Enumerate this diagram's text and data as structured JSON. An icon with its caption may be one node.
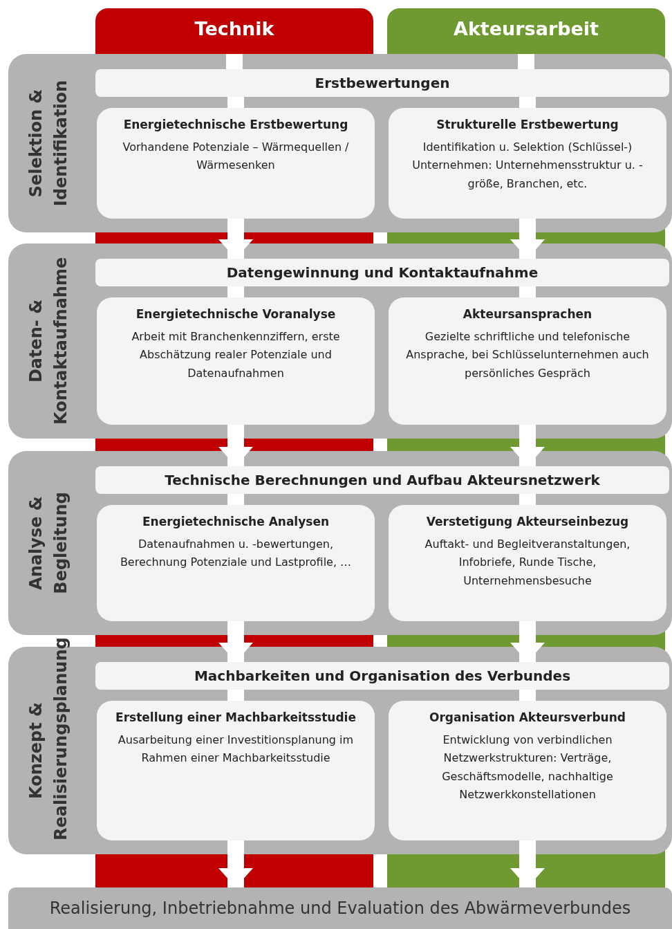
{
  "diagram": {
    "nodes": [
      {
        "text": [
          "Technik"
        ]
      },
      {
        "text": [
          "Akteursarbeit"
        ]
      },
      {
        "text": [
          "Selektion & Identifikation"
        ]
      },
      {
        "text": [
          "Erstbewertungen"
        ],
        "in": 2
      },
      {
        "text": [
          "Energietechnische Erstbewertung",
          "Vorhandene Potenziale – Wärmequellen / Wärmesenken"
        ],
        "in": 2
      },
      {
        "text": [
          "Strukturelle Erstbewertung",
          "Identifikation u. Selektion (Schlüssel-) Unternehmen: Unternehmensstruktur u. -größe, Branchen, etc."
        ],
        "in": 2
      },
      {
        "text": [
          "Daten- & Kontaktaufnahme"
        ]
      },
      {
        "text": [
          "Datengewinnung und Kontaktaufnahme"
        ],
        "in": 6
      },
      {
        "text": [
          "Energietechnische Voranalyse",
          "Arbeit mit Branchenkennziffern, erste Abschätzung realer Potenziale und Datenaufnahmen"
        ],
        "in": 6
      },
      {
        "text": [
          "Akteursansprachen",
          "Gezielte schriftliche und telefonische Ansprache, bei Schlüsselunternehmen auch persönliches Gespräch"
        ],
        "in": 6
      },
      {
        "text": [
          "Analyse & Begleitung"
        ]
      },
      {
        "text": [
          "Technische Berechnungen und Aufbau Akteursnetzwerk"
        ],
        "in": 10
      },
      {
        "text": [
          "Energietechnische Analysen",
          "Datenaufnahmen u. -bewertungen, Berechnung Potenziale und Lastprofile, …"
        ],
        "in": 10
      },
      {
        "text": [
          "Verstetigung Akteurseinbezug",
          "Auftakt- und Begleitveranstaltungen, Infobriefe, Runde Tische, Unternehmensbesuche"
        ],
        "in": 10
      },
      {
        "text": [
          "Konzept & Realisierungsplanung"
        ]
      },
      {
        "text": [
          "Machbarkeiten und Organisation des Verbundes"
        ],
        "in": 14
      },
      {
        "text": [
          "Erstellung einer Machbarkeitsstudie",
          "Ausarbeitung einer Investitionsplanung im Rahmen einer Machbarkeitsstudie"
        ],
        "in": 14
      },
      {
        "text": [
          "Organisation Akteursverbund",
          "Entwicklung von verbindlichen Netzwerkstrukturen: Verträge, Geschäftsmodelle, nachhaltige Netzwerkkonstellationen"
        ],
        "in": 14
      },
      {
        "text": [
          "Realisierung, Inbetriebnahme und Evaluation des Abwärmeverbundes"
        ]
      }
    ],
    "edges": [
      {
        "from": 0,
        "to": 3,
        "arrow": "none"
      },
      {
        "from": 1,
        "to": 3,
        "arrow": "none"
      },
      {
        "from": 3,
        "to": 4,
        "arrow": "none"
      },
      {
        "from": 3,
        "to": 5,
        "arrow": "none"
      },
      {
        "from": 4,
        "to": 7,
        "arrow": "to"
      },
      {
        "from": 5,
        "to": 7,
        "arrow": "to"
      },
      {
        "from": 7,
        "to": 8,
        "arrow": "none"
      },
      {
        "from": 7,
        "to": 9,
        "arrow": "none"
      },
      {
        "from": 8,
        "to": 11,
        "arrow": "to"
      },
      {
        "from": 9,
        "to": 11,
        "arrow": "to"
      },
      {
        "from": 11,
        "to": 12,
        "arrow": "none"
      },
      {
        "from": 11,
        "to": 13,
        "arrow": "none"
      },
      {
        "from": 12,
        "to": 15,
        "arrow": "to"
      },
      {
        "from": 13,
        "to": 15,
        "arrow": "to"
      },
      {
        "from": 15,
        "to": 16,
        "arrow": "none"
      },
      {
        "from": 15,
        "to": 17,
        "arrow": "none"
      },
      {
        "from": 16,
        "to": 18,
        "arrow": "to"
      },
      {
        "from": 17,
        "to": 18,
        "arrow": "to"
      }
    ]
  }
}
